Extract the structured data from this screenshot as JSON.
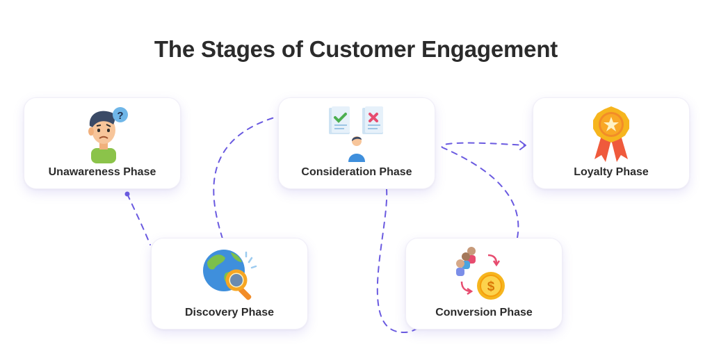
{
  "title": "The Stages of Customer Engagement",
  "phases": [
    {
      "label": "Unawareness Phase",
      "icon": "confused-person-icon"
    },
    {
      "label": "Consideration Phase",
      "icon": "documents-person-icon"
    },
    {
      "label": "Loyalty Phase",
      "icon": "medal-icon"
    },
    {
      "label": "Discovery Phase",
      "icon": "globe-magnifier-icon"
    },
    {
      "label": "Conversion Phase",
      "icon": "people-coin-icon"
    }
  ],
  "colors": {
    "connector": "#6a5ae0",
    "text": "#2b2b2b",
    "card_shadow": "#e4def8"
  }
}
